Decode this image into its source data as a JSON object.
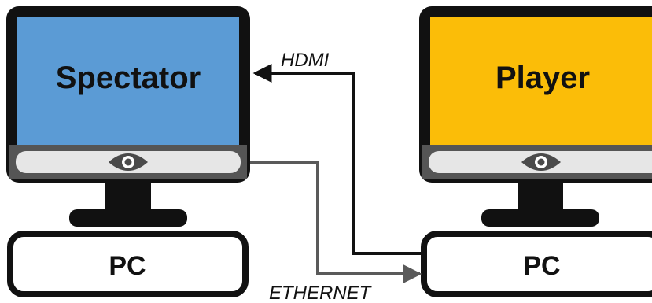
{
  "spectator": {
    "screen_label": "Spectator",
    "screen_color": "#5b9bd5",
    "pc_label": "PC"
  },
  "player": {
    "screen_label": "Player",
    "screen_color": "#fbbd08",
    "pc_label": "PC"
  },
  "connections": {
    "hdmi_label": "HDMI",
    "ethernet_label": "ETHERNET"
  },
  "icons": {
    "monitor_indicator": "eye-icon"
  },
  "colors": {
    "frame": "#111111",
    "bezel": "#555555",
    "bezel_strip": "#e6e6e6",
    "hdmi_line": "#111111",
    "ethernet_line": "#5a5a5a"
  }
}
